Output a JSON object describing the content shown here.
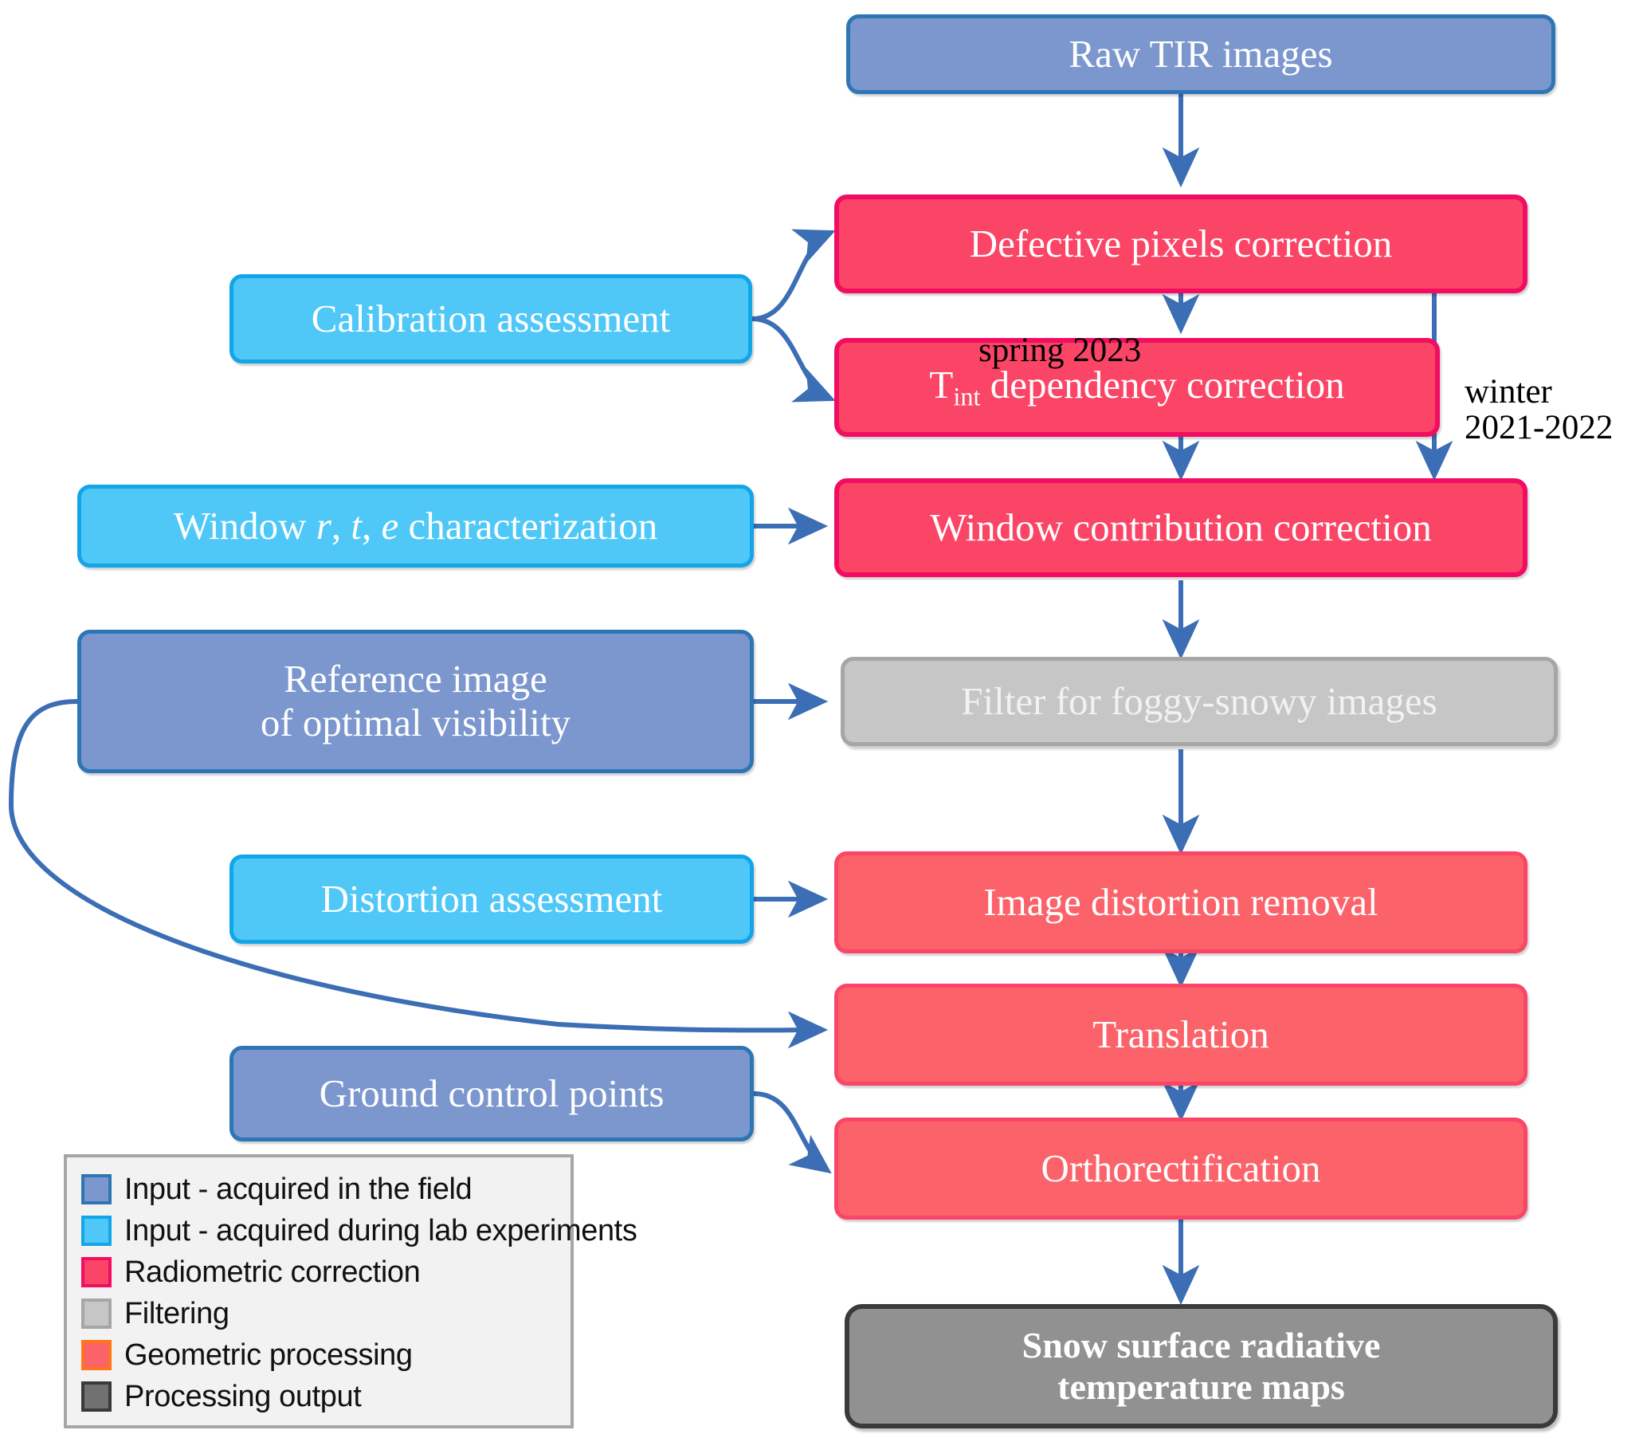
{
  "diagram": {
    "title": "TIR image processing chain",
    "nodes": {
      "raw_tir": "Raw TIR images",
      "calibration_assessment": "Calibration assessment",
      "defective_pixels": "Defective pixels correction",
      "tint_dependency_prefix": "T",
      "tint_dependency_sub": "int",
      "tint_dependency_rest": " dependency correction",
      "window_char_prefix": "Window ",
      "window_char_r": "r",
      "window_char_sep1": ", ",
      "window_char_t": "t",
      "window_char_sep2": ", ",
      "window_char_e": "e",
      "window_char_rest": " characterization",
      "window_contribution": "Window contribution correction",
      "reference_image_line1": "Reference image",
      "reference_image_line2": "of optimal visibility",
      "filter_foggy": "Filter for foggy-snowy images",
      "distortion_assessment": "Distortion assessment",
      "distortion_removal": "Image distortion removal",
      "translation": "Translation",
      "ground_control_points": "Ground control points",
      "orthorectification": "Orthorectification",
      "output_line1": "Snow surface radiative",
      "output_line2": "temperature maps"
    },
    "edge_labels": {
      "spring": "spring 2023",
      "winter": "winter\n2021-2022"
    }
  },
  "legend": {
    "items": [
      {
        "label": "Input - acquired in the field",
        "swatch": "sw-field"
      },
      {
        "label": "Input - acquired during lab experiments",
        "swatch": "sw-lab"
      },
      {
        "label": "Radiometric correction",
        "swatch": "sw-radio"
      },
      {
        "label": "Filtering",
        "swatch": "sw-filter"
      },
      {
        "label": "Geometric processing",
        "swatch": "sw-geom"
      },
      {
        "label": "Processing output",
        "swatch": "sw-output"
      }
    ]
  },
  "colors": {
    "input_field": "#7B97CE",
    "input_field_border": "#2E75B6",
    "input_lab": "#4FC8F8",
    "input_lab_border": "#12A5E8",
    "radiometric": "#FB4566",
    "radiometric_border": "#F20D62",
    "geometric": "#FC6269",
    "geometric_border": "#FF7518",
    "filtering": "#C6C6C6",
    "filtering_border": "#A6A6A6",
    "output": "#919191",
    "output_border": "#3A3A3A",
    "connector": "#3B6EB5"
  }
}
